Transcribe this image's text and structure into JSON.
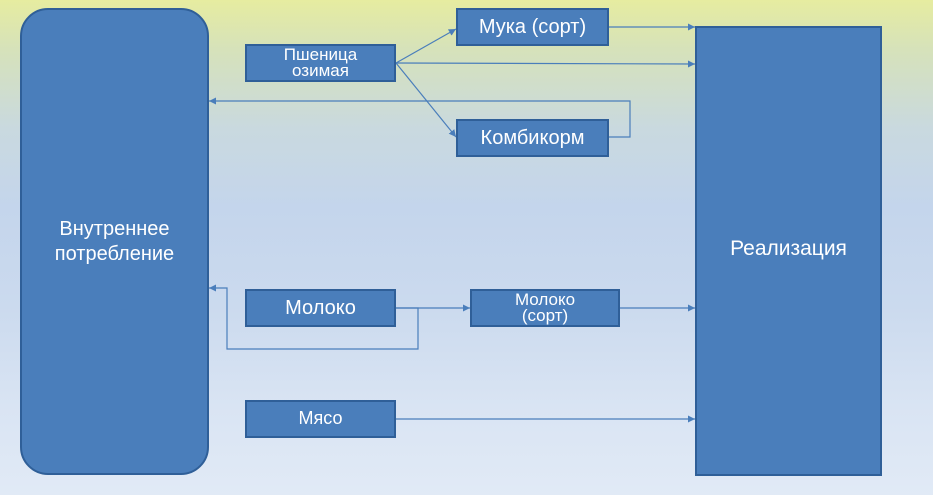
{
  "diagram": {
    "nodes": {
      "internal_consumption": "Внутреннее\nпотребление",
      "sale": "Реализация",
      "winter_wheat": "Пшеница\nозимая",
      "flour": "Мука (сорт)",
      "compound_feed": "Комбикорм",
      "milk": "Молоко",
      "milk_grade": "Молоко\n(сорт)",
      "meat": "Мясо"
    },
    "edges": [
      {
        "from": "Пшеница озимая",
        "to": "Мука (сорт)"
      },
      {
        "from": "Пшеница озимая",
        "to": "Реализация"
      },
      {
        "from": "Пшеница озимая",
        "to": "Комбикорм"
      },
      {
        "from": "Мука (сорт)",
        "to": "Реализация"
      },
      {
        "from": "Комбикорм",
        "to": "Внутреннее потребление"
      },
      {
        "from": "Молоко",
        "to": "Молоко (сорт)"
      },
      {
        "from": "Молоко",
        "to": "Внутреннее потребление"
      },
      {
        "from": "Молоко (сорт)",
        "to": "Реализация"
      },
      {
        "from": "Мясо",
        "to": "Реализация"
      }
    ],
    "colors": {
      "node_fill": "#4a7ebb",
      "node_border": "#2f5f98",
      "edge": "#4a7ebb",
      "text": "#ffffff"
    }
  }
}
